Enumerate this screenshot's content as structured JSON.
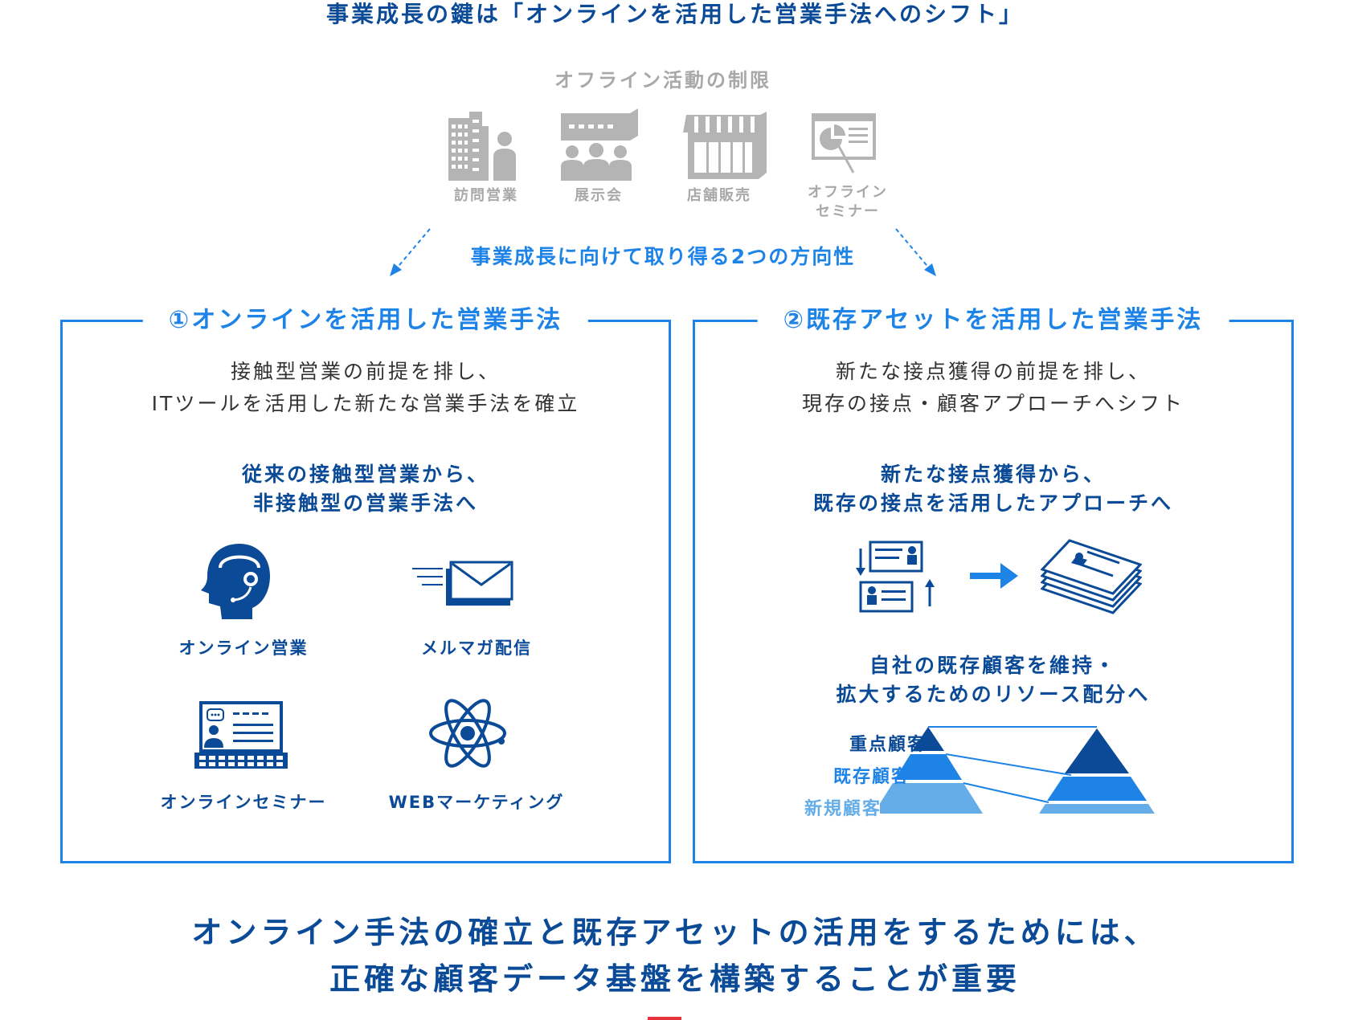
{
  "title": "事業成長の鍵は「オンラインを活用した営業手法へのシフト」",
  "offline": {
    "heading": "オフライン活動の制限",
    "items": [
      {
        "label_lines": [
          "訪問営業"
        ],
        "icon": "building-person-icon"
      },
      {
        "label_lines": [
          "展示会"
        ],
        "icon": "exhibition-icon"
      },
      {
        "label_lines": [
          "店舗販売"
        ],
        "icon": "store-icon"
      },
      {
        "label_lines": [
          "オフライン",
          "セミナー"
        ],
        "icon": "presentation-board-icon"
      }
    ]
  },
  "direction_label": "事業成長に向けて取り得る2つの方向性",
  "panel1": {
    "title": "①オンラインを活用した営業手法",
    "desc_lines": [
      "接触型営業の前提を排し、",
      "ITツールを活用した新たな営業手法を確立"
    ],
    "sub_lines": [
      "従来の接触型営業から、",
      "非接触型の営業手法へ"
    ],
    "items": [
      {
        "label": "オンライン営業",
        "icon": "headset-person-icon"
      },
      {
        "label": "メルマガ配信",
        "icon": "envelope-icon"
      },
      {
        "label": "オンラインセミナー",
        "icon": "laptop-chat-icon"
      },
      {
        "label": "WEBマーケティング",
        "icon": "atom-icon"
      }
    ]
  },
  "panel2": {
    "title": "②既存アセットを活用した営業手法",
    "desc_lines": [
      "新たな接点獲得の前提を排し、",
      "現存の接点・顧客アプローチへシフト"
    ],
    "sub1_lines": [
      "新たな接点獲得から、",
      "既存の接点を活用したアプローチへ"
    ],
    "sub2_lines": [
      "自社の既存顧客を維持・",
      "拡大するためのリソース配分へ"
    ],
    "pyramid_labels": [
      {
        "text": "重点顧客",
        "color": "#0a4a96"
      },
      {
        "text": "既存顧客",
        "color": "#1d83e6"
      },
      {
        "text": "新規顧客",
        "color": "#64ade8"
      }
    ]
  },
  "conclusion_lines": [
    "オンライン手法の確立と既存アセットの活用をするためには、",
    "正確な顧客データ基盤を構築することが重要"
  ],
  "colors": {
    "dark_blue": "#0a4a96",
    "blue": "#1d83e6",
    "light_blue": "#64ade8",
    "gray": "#a8a8a8",
    "red": "#e5323c"
  }
}
